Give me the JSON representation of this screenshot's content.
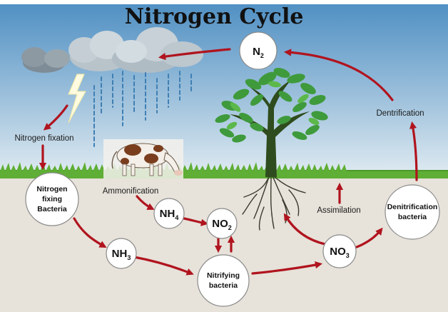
{
  "title": "Nitrogen Cycle",
  "labels": {
    "nitrogen_fixation": "Nitrogen fixation",
    "ammonification": "Ammonification",
    "assimilation": "Assimilation",
    "dentrification": "Dentrification"
  },
  "nodes": {
    "n2": {
      "base": "N",
      "sub": "2"
    },
    "nh4": {
      "base": "NH",
      "sub": "4"
    },
    "no2": {
      "base": "NO",
      "sub": "2"
    },
    "nh3": {
      "base": "NH",
      "sub": "3"
    },
    "no3": {
      "base": "NO",
      "sub": "3"
    },
    "fixing": {
      "line1": "Nitrogen",
      "line2": "fixing",
      "line3": "Bacteria"
    },
    "nitrifying": {
      "line1": "Nitrifying",
      "line2": "bacteria"
    },
    "denitrification": {
      "line1": "Denitrification",
      "line2": "bacteria"
    }
  },
  "colors": {
    "arrow": "#b0141e",
    "sky_top": "#4d8ec2",
    "sky_bottom": "#d8e7f1",
    "soil": "#e7e2da",
    "grass": "#4d9a2b",
    "tree_leaves": "#3f9a3c",
    "trunk": "#2f4c1e"
  },
  "icons": [
    "cloud-icon",
    "lightning-icon",
    "rain-icon",
    "cow-icon",
    "tree-icon",
    "roots-icon",
    "grass-icon"
  ]
}
